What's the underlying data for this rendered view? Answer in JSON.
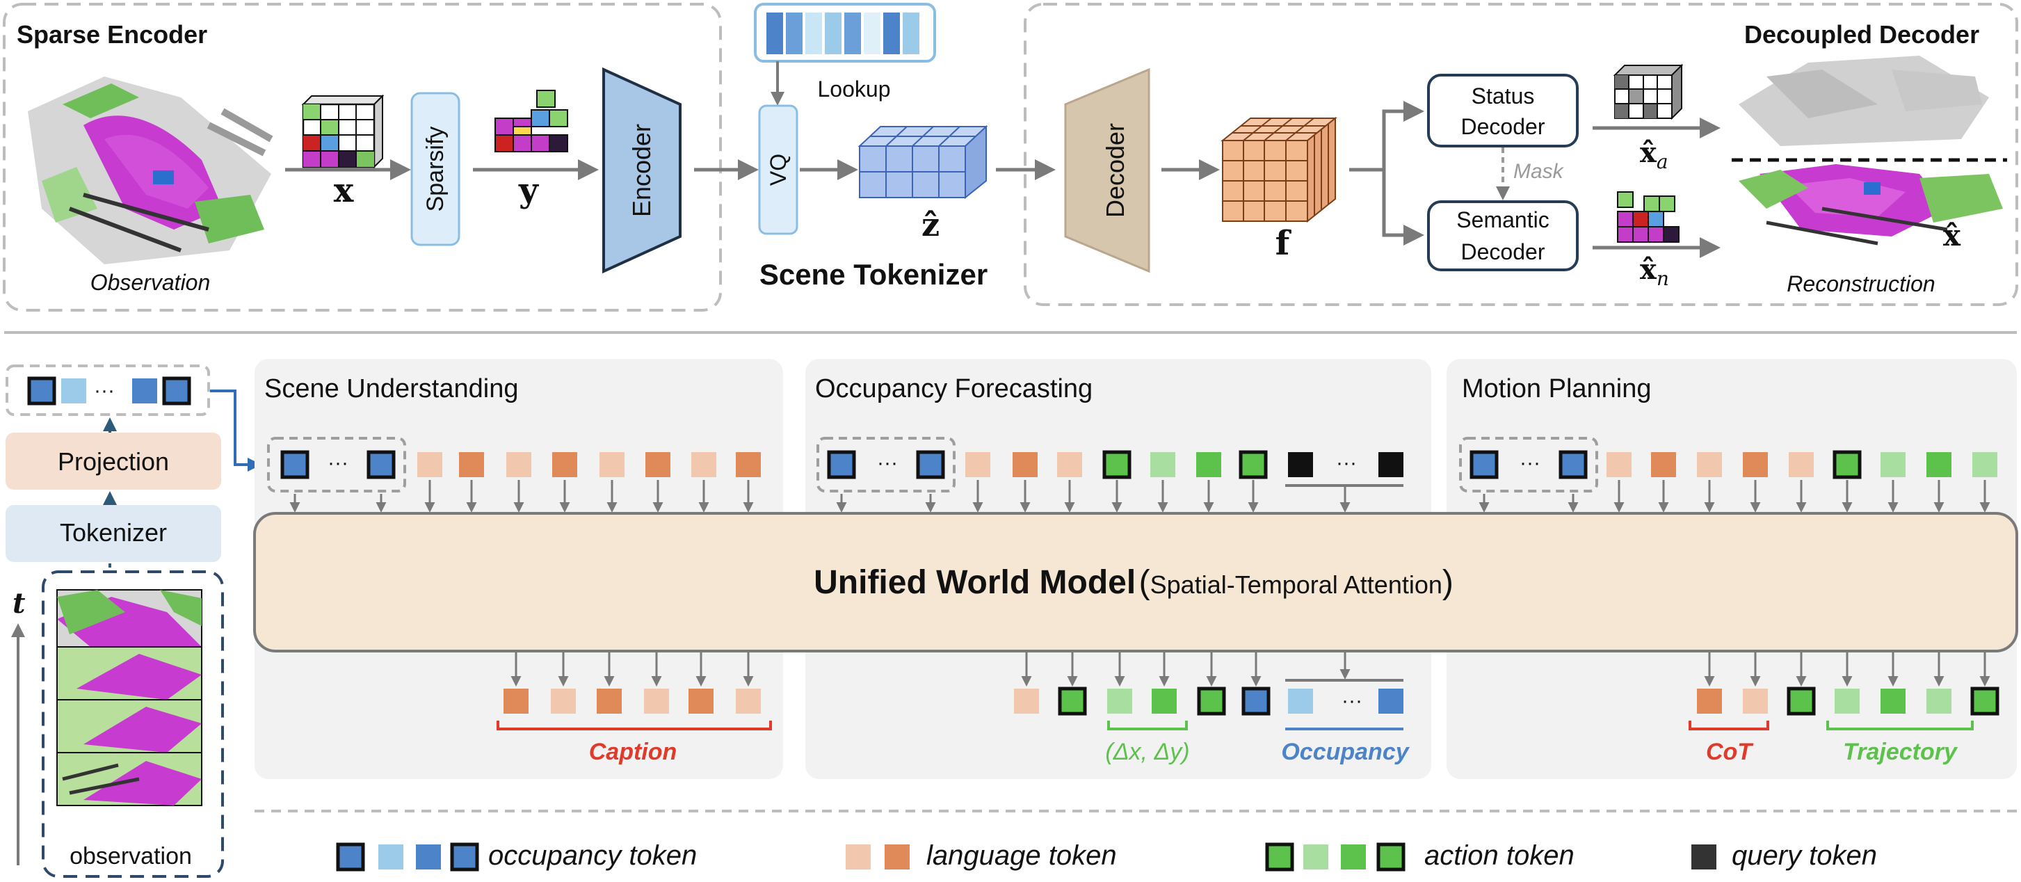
{
  "colors": {
    "occ_dark": "#4d83c8",
    "occ_light": "#9ccbe9",
    "lang_dark": "#e08a5a",
    "lang_light": "#f1c7ad",
    "act_dark": "#5cc24c",
    "act_light": "#a8dfa0",
    "query": "#111111",
    "panel_bg": "#f2f2f2",
    "wm_fill": "#f5e7d3",
    "caption_red": "#e03a2a",
    "traj_green": "#5cc24c",
    "occ_blue": "#4d83c8"
  },
  "top": {
    "sparse_encoder": {
      "title": "Sparse Encoder",
      "observation": "Observation",
      "x_label": "x",
      "sparsify": "Sparsify",
      "y_label": "y",
      "encoder": "Encoder"
    },
    "tokenizer": {
      "lookup": "Lookup",
      "vq": "VQ",
      "z_label": "ẑ",
      "title": "Scene Tokenizer"
    },
    "decoupled_decoder": {
      "title": "Decoupled Decoder",
      "decoder": "Decoder",
      "f_label": "f",
      "status_decoder": [
        "Status",
        "Decoder"
      ],
      "mask": "Mask",
      "semantic_decoder": [
        "Semantic",
        "Decoder"
      ],
      "xa_base": "x̂",
      "xa_sub": "a",
      "xn_base": "x̂",
      "xn_sub": "n",
      "x_hat": "x̂",
      "reconstruction": "Reconstruction"
    }
  },
  "bottom": {
    "projection": "Projection",
    "tokenizer": "Tokenizer",
    "time_label": "t",
    "observation": "observation",
    "ellipsis": "···",
    "panels": {
      "scene_understanding": "Scene Understanding",
      "occupancy_forecasting": "Occupancy Forecasting",
      "motion_planning": "Motion Planning"
    },
    "world_model_title": "Unified World Model",
    "world_model_open": "(",
    "world_model_sub": "Spatial-Temporal Attention",
    "world_model_close": ")",
    "labels": {
      "caption": "Caption",
      "delta": "(Δx, Δy)",
      "occupancy": "Occupancy",
      "cot": "CoT",
      "trajectory": "Trajectory"
    }
  },
  "legend": {
    "occupancy": "occupancy token",
    "language": "language token",
    "action": "action token",
    "query": "query token"
  }
}
